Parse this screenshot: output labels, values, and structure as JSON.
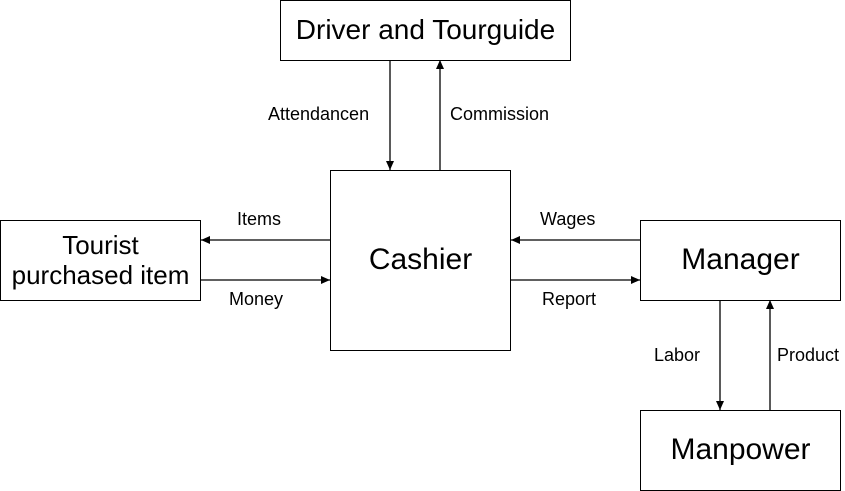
{
  "nodes": {
    "driver": {
      "label": "Driver and Tourguide"
    },
    "tourist": {
      "label": "Tourist\npurchased item"
    },
    "cashier": {
      "label": "Cashier"
    },
    "manager": {
      "label": "Manager"
    },
    "manpower": {
      "label": "Manpower"
    }
  },
  "edges": {
    "attendancen": {
      "label": "Attendancen"
    },
    "commission": {
      "label": "Commission"
    },
    "items": {
      "label": "Items"
    },
    "money": {
      "label": "Money"
    },
    "wages": {
      "label": "Wages"
    },
    "report": {
      "label": "Report"
    },
    "labor": {
      "label": "Labor"
    },
    "product": {
      "label": "Product"
    }
  },
  "colors": {
    "stroke": "#000000",
    "background": "#ffffff"
  }
}
